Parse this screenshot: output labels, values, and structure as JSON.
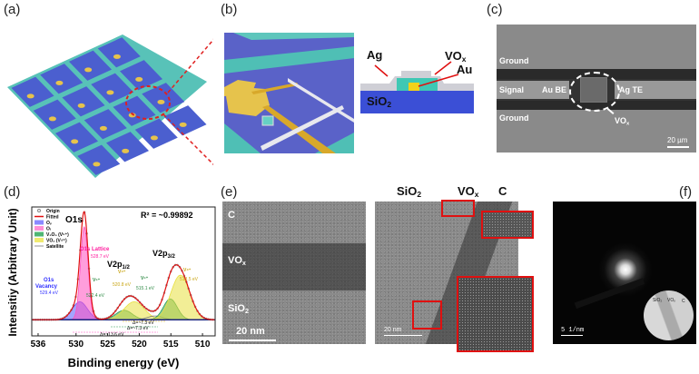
{
  "panels": {
    "a": {
      "label": "(a)"
    },
    "b": {
      "label": "(b)",
      "cross_section": {
        "ag": "Ag",
        "vox_main": "VO",
        "vox_sub": "x",
        "au": "Au",
        "sio2_main": "SiO",
        "sio2_sub": "2"
      }
    },
    "c": {
      "label": "(c)",
      "ground_top": "Ground",
      "signal": "Signal",
      "ground_bottom": "Ground",
      "au_be": "Au BE",
      "ag_te": "Ag TE",
      "vox_main": "VO",
      "vox_sub": "x",
      "scale_bar": "20 µm"
    },
    "d": {
      "label": "(d)"
    },
    "e": {
      "label": "(e)",
      "left": {
        "c": "C",
        "vox_main": "VO",
        "vox_sub": "x",
        "sio2_main": "SiO",
        "sio2_sub": "2",
        "scale_bar": "20 nm"
      },
      "right": {
        "sio2_main": "SiO",
        "sio2_sub": "2",
        "vox_main": "VO",
        "vox_sub": "x",
        "c": "C",
        "scale_bar": "20 nm"
      }
    },
    "f": {
      "label": "(f)",
      "scale_bar": "5 1/nm",
      "inset": {
        "sio2": "SiO₂",
        "vox": "VOₓ",
        "c": "C"
      }
    }
  },
  "chart_data": {
    "type": "line",
    "title": "",
    "xlabel": "Binding energy (eV)",
    "ylabel": "Intensitiy (Arbitrary Unit)",
    "xlim": [
      537,
      508
    ],
    "ylim": [
      -0.17,
      1.19
    ],
    "xticks": [
      536,
      530,
      525,
      520,
      515,
      510
    ],
    "r_squared": "R² = ~0.99892",
    "legend": {
      "placement": "top-left",
      "entries": [
        "Origin",
        "Fitted",
        "Oᵥ",
        "Oₗ",
        "V₂O₅ (V⁵⁺)",
        "VO₂ (V⁴⁺)",
        "Satellite"
      ]
    },
    "components": [
      {
        "name": "O_V",
        "label": "O1s Vacancy",
        "center_eV": 529.4,
        "amplitude": 0.19,
        "sigma_eV": 1.2,
        "color": "#5a5aff"
      },
      {
        "name": "O_L",
        "label": "O1s Lattice",
        "center_eV": 528.7,
        "amplitude": 0.98,
        "sigma_eV": 0.6,
        "color": "#ff4fbf"
      },
      {
        "name": "V5+ (V2p1/2)",
        "label": "V5+",
        "center_eV": 522.4,
        "amplitude": 0.1,
        "sigma_eV": 1.3,
        "color": "#2e9e55"
      },
      {
        "name": "V4+ (V2p1/2)",
        "label": "V4+",
        "center_eV": 520.8,
        "amplitude": 0.19,
        "sigma_eV": 1.6,
        "color": "#e8e040"
      },
      {
        "name": "Satellite",
        "label": "Satellite",
        "center_eV": 517.5,
        "amplitude": 0.04,
        "sigma_eV": 1.2,
        "color": "#777777"
      },
      {
        "name": "V5+ (V2p3/2)",
        "label": "V5+",
        "center_eV": 515.1,
        "amplitude": 0.22,
        "sigma_eV": 1.1,
        "color": "#2e9e55"
      },
      {
        "name": "V4+ (V2p3/2)",
        "label": "V4+",
        "center_eV": 513.5,
        "amplitude": 0.47,
        "sigma_eV": 1.5,
        "color": "#e8e040"
      }
    ],
    "annotations": {
      "o1s": "O1s",
      "o1s_lattice": "O1s Lattice",
      "o1s_lattice_ev": "528.7 eV",
      "o1s_vacancy_1": "O1s",
      "o1s_vacancy_2": "Vacancy",
      "o1s_vacancy_ev": "529.4 eV",
      "v2p12_main": "V2p",
      "v2p12_sub": "1/2",
      "v2p32_main": "V2p",
      "v2p32_sub": "3/2",
      "v5_a": "V⁵⁺",
      "v5_a_ev": "522.4 eV",
      "v4_a": "V⁴⁺",
      "v4_a_ev": "520.8 eV",
      "v5_b": "V⁵⁺",
      "v5_b_ev": "515.1 eV",
      "v4_b": "V⁴⁺",
      "v4_b_ev": "513.5 eV",
      "delta_1": "Δ=~7.3 eV",
      "delta_2": "Δ=~7.3 eV",
      "delta_3": "Δ=~13.6 eV"
    }
  }
}
